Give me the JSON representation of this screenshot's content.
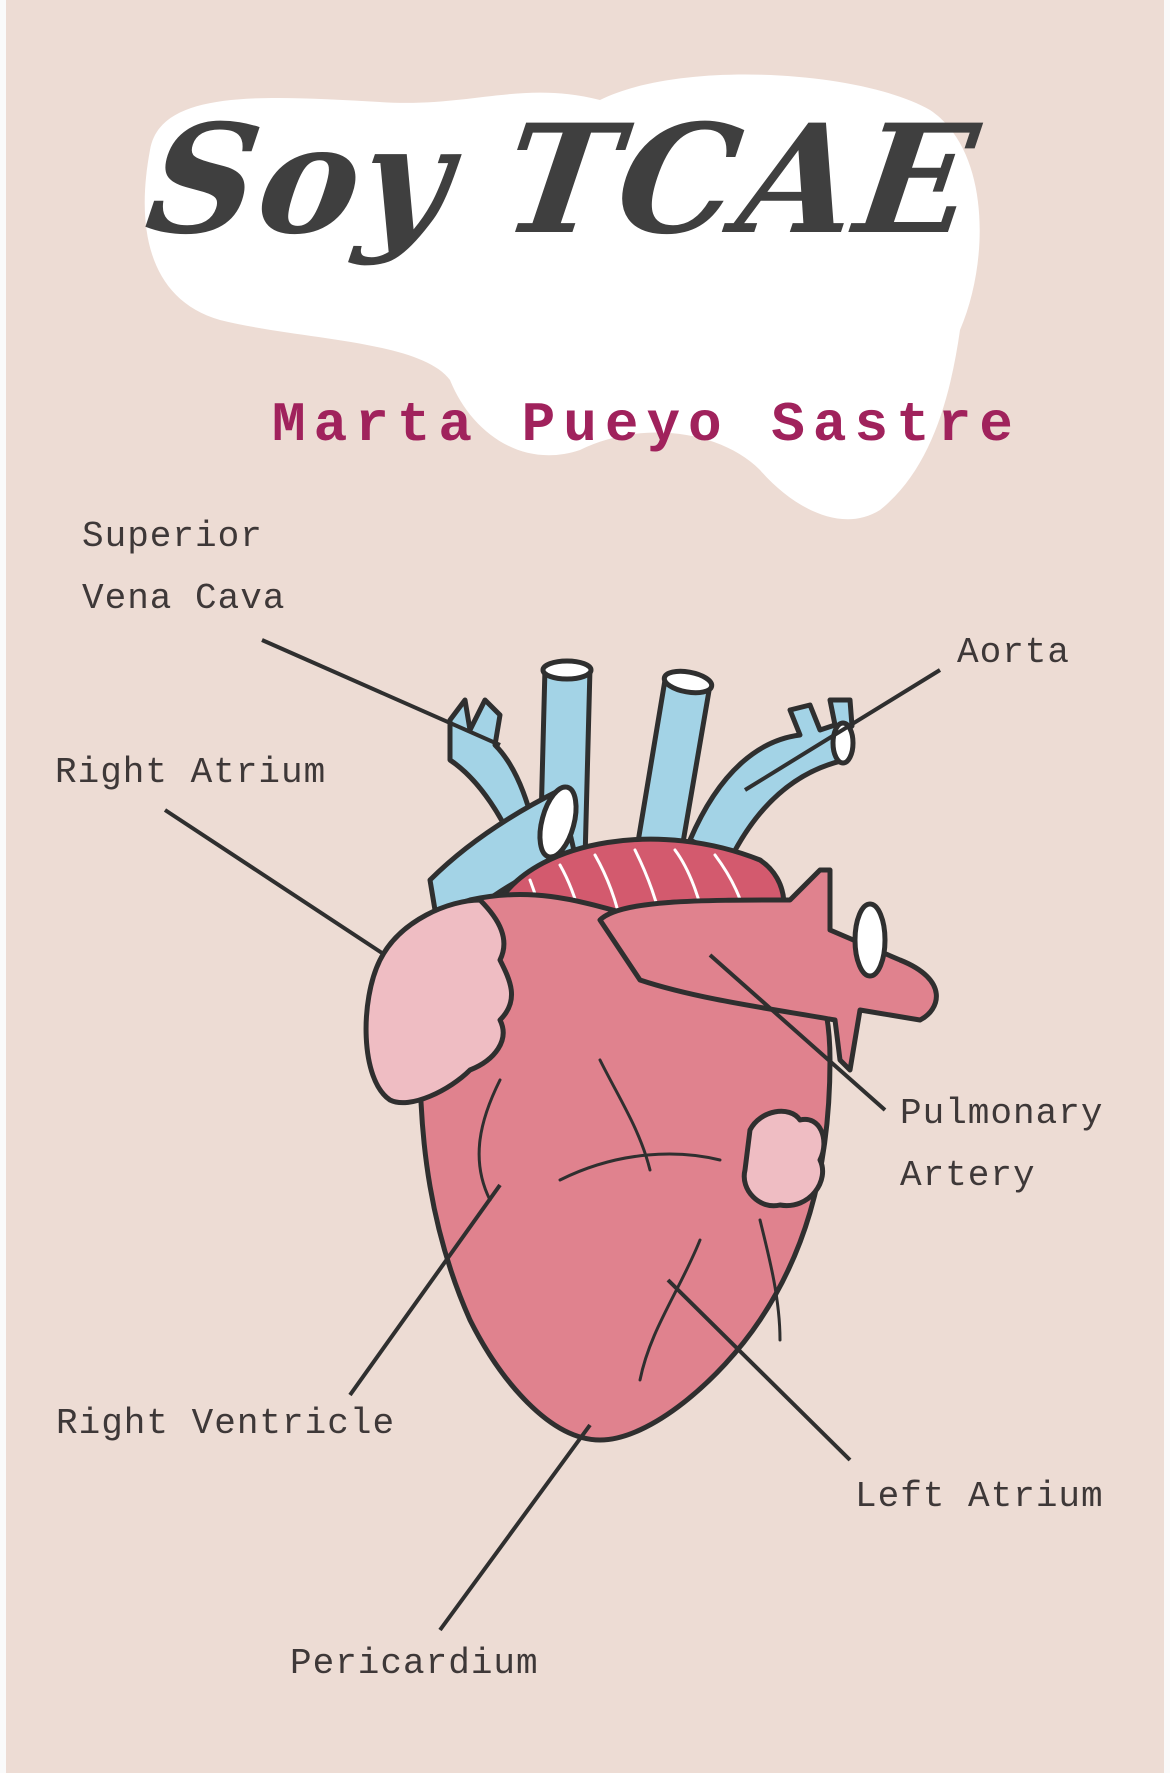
{
  "cover": {
    "title": "Soy TCAE",
    "author": "Marta Pueyo Sastre"
  },
  "diagram": {
    "labels": {
      "superior_vena_cava_1": "Superior",
      "superior_vena_cava_2": "Vena Cava",
      "aorta": "Aorta",
      "right_atrium": "Right Atrium",
      "pulmonary_artery_1": "Pulmonary",
      "pulmonary_artery_2": "Artery",
      "right_ventricle": "Right Ventricle",
      "left_atrium": "Left Atrium",
      "pericardium": "Pericardium"
    }
  },
  "colors": {
    "background": "#eddcd4",
    "title": "#3f3f3f",
    "author": "#a0225c",
    "heart_main": "#e0828e",
    "heart_light": "#efbdc3",
    "heart_dark": "#d35a6e",
    "vessel_blue": "#a3d3e6",
    "outline": "#2f2f2f"
  }
}
